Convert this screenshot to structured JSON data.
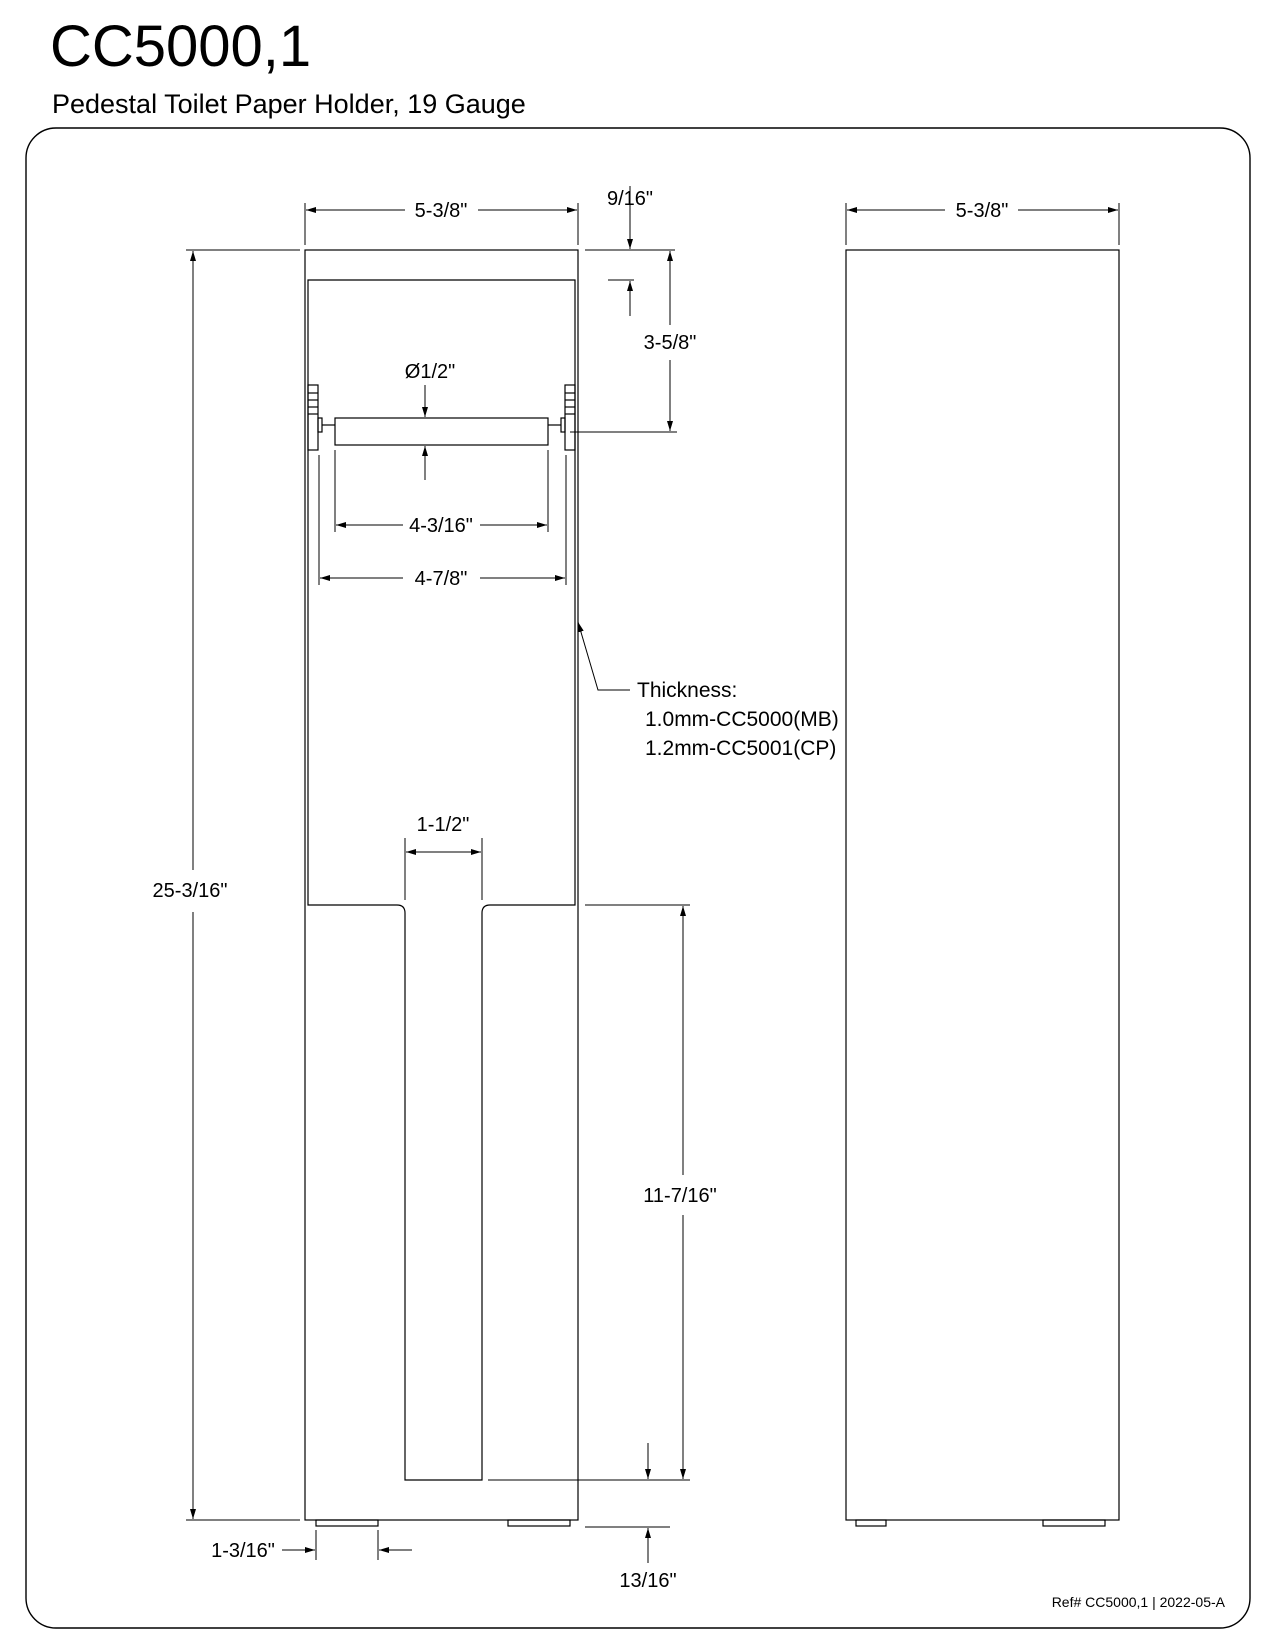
{
  "header": {
    "title": "CC5000,1",
    "subtitle": "Pedestal Toilet Paper Holder, 19 Gauge"
  },
  "dimensions": {
    "front_width": "5-3/8\"",
    "side_width": "5-3/8\"",
    "top_offset": "9/16\"",
    "opening_drop": "3-5/8\"",
    "rod_diameter": "Ø1/2\"",
    "rod_length": "4-3/16\"",
    "inner_width": "4-7/8\"",
    "overall_height": "25-3/16\"",
    "slot_width": "1-1/2\"",
    "slot_height": "11-7/16\"",
    "foot_inset": "1-3/16\"",
    "foot_height": "13/16\""
  },
  "thickness_note": {
    "label": "Thickness:",
    "line1": "1.0mm-CC5000(MB)",
    "line2": "1.2mm-CC5001(CP)"
  },
  "footer": {
    "ref": "Ref# CC5000,1 | 2022-05-A"
  }
}
